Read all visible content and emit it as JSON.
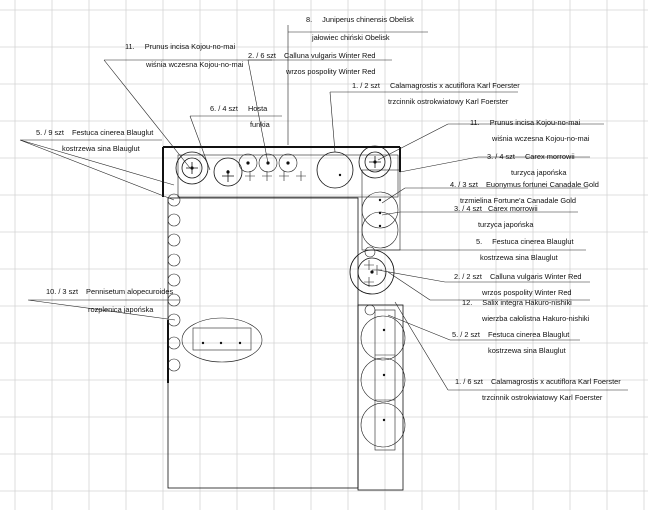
{
  "colors": {
    "ink": "#111111",
    "grid": "#d4d4d4",
    "background": "#ffffff"
  },
  "labels": [
    {
      "id": "juniperus",
      "qty": "8.",
      "latin": "Juniperus chinensis Obelisk",
      "polish": "jałowiec chiński Obelisk"
    },
    {
      "id": "prunus-left",
      "qty": "11.",
      "latin": "Prunus incisa Kojou-no-mai",
      "polish": "wiśnia wczesna Kojou-no-mai"
    },
    {
      "id": "calluna-top",
      "qty": "2. / 6 szt",
      "latin": "Calluna vulgaris Winter Red",
      "polish": "wrzos pospolity Winter Red"
    },
    {
      "id": "calamagrostis-top",
      "qty": "1. / 2 szt",
      "latin": "Calamagrostis x acutiflora Karl Foerster",
      "polish": "trzcinnik ostrokwiatowy Karl Foerster"
    },
    {
      "id": "hosta",
      "qty": "6. / 4 szt",
      "latin": "Hosta",
      "polish": "funkia"
    },
    {
      "id": "festuca-left",
      "qty": "5. / 9 szt",
      "latin": "Festuca cinerea Blauglut",
      "polish": "kostrzewa sina Blauglut"
    },
    {
      "id": "prunus-right",
      "qty": "11.",
      "latin": "Prunus incisa Kojou-no-mai",
      "polish": "wiśnia wczesna Kojou-no-mai"
    },
    {
      "id": "carex-1",
      "qty": "3. / 4 szt",
      "latin": "Carex morrowii",
      "polish": "turzyca japońska"
    },
    {
      "id": "euonymus",
      "qty": "4. / 3 szt",
      "latin": "Euonymus fortunei Canadale Gold",
      "polish": "trzmielina Fortune'a Canadale Gold"
    },
    {
      "id": "carex-2",
      "qty": "3. / 4 szt",
      "latin": "Carex morrowii",
      "polish": "turzyca japońska"
    },
    {
      "id": "festuca-right-1",
      "qty": "5.",
      "latin": "Festuca cinerea Blauglut",
      "polish": "kostrzewa sina Blauglut"
    },
    {
      "id": "calluna-right",
      "qty": "2. / 2 szt",
      "latin": "Calluna vulgaris Winter Red",
      "polish": "wrzos pospolity Winter Red"
    },
    {
      "id": "salix",
      "qty": "12.",
      "latin": "Salix integra Hakuro-nishiki",
      "polish": "wierzba całolistna Hakuro-nishiki"
    },
    {
      "id": "pennisetum",
      "qty": "10. / 3 szt",
      "latin": "Pennisetum alopecuroides",
      "polish": "rozplenica japońska"
    },
    {
      "id": "festuca-right-2",
      "qty": "5. / 2 szt",
      "latin": "Festuca cinerea Blauglut",
      "polish": "kostrzewa sina Blauglut"
    },
    {
      "id": "calamagrostis-bottom",
      "qty": "1. / 6 szt",
      "latin": "Calamagrostis x acutiflora Karl Foerster",
      "polish": "trzcinnik ostrokwiatowy Karl Foerster"
    }
  ]
}
